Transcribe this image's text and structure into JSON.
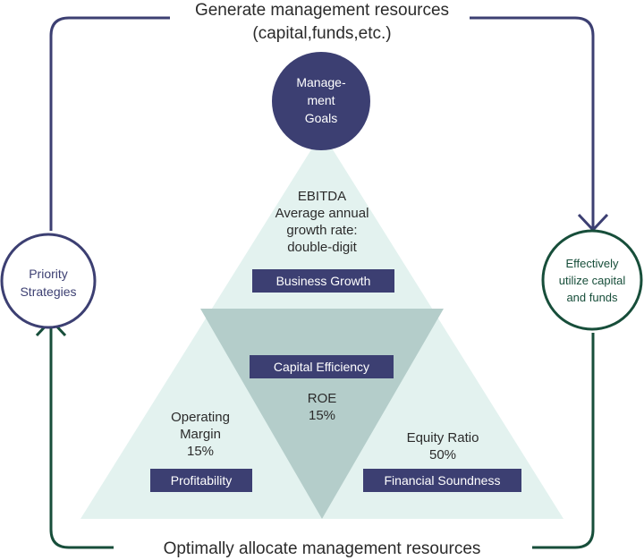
{
  "top_text": {
    "line1": "Generate management resources",
    "line2": "(capital,funds,etc.)"
  },
  "bottom_text": "Optimally allocate management resources",
  "goals_circle": {
    "line1": "Manage-",
    "line2": "ment",
    "line3": "Goals"
  },
  "left_circle": {
    "line1": "Priority",
    "line2": "Strategies"
  },
  "right_circle": {
    "line1": "Effectively",
    "line2": "utilize capital",
    "line3": "and funds"
  },
  "business_growth": {
    "metric_line1": "EBITDA",
    "metric_line2": "Average annual",
    "metric_line3": "growth rate:",
    "metric_line4": "double-digit",
    "label": "Business Growth"
  },
  "capital_efficiency": {
    "label": "Capital Efficiency",
    "metric_line1": "ROE",
    "metric_line2": "15%"
  },
  "profitability": {
    "metric_line1": "Operating",
    "metric_line2": "Margin",
    "metric_line3": "15%",
    "label": "Profitability"
  },
  "financial_soundness": {
    "metric_line1": "Equity Ratio",
    "metric_line2": "50%",
    "label": "Financial Soundness"
  },
  "colors": {
    "navy": "#3c3f72",
    "green": "#174e3a",
    "triangle_light": "#e3f2ef",
    "triangle_mid": "#b4cdca"
  }
}
